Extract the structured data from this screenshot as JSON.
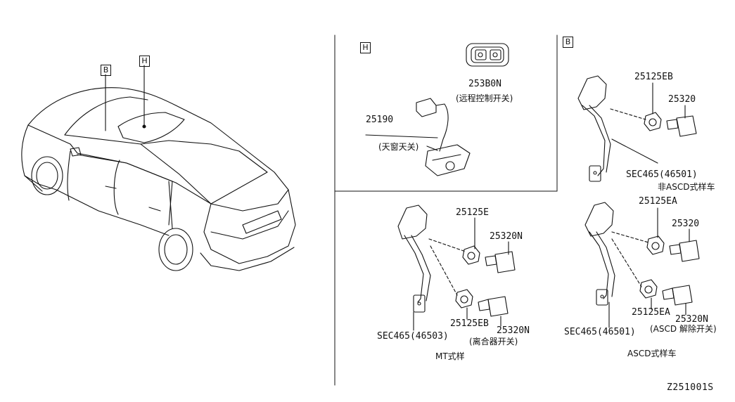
{
  "diagram": {
    "view_labels": {
      "car_b": "B",
      "car_h": "H",
      "panel_h": "H",
      "panel_b": "B"
    },
    "parts": {
      "remote_switch_no": "253B0N",
      "remote_switch_name": "(远程控制开关)",
      "sunroof_no": "25190",
      "sunroof_name": "(天窗天关)",
      "b_switch_eb": "25125EB",
      "b_switch_25320": "25320",
      "b_sec": "SEC465(46501)",
      "b_sec_note": "非ASCD式样车",
      "b2_switch_ea": "25125EA",
      "b2_switch_25320": "25320",
      "b2_lower_ea": "25125EA",
      "b2_lower_n": "25320N",
      "b2_lower_name": "(ASCD 解除开关)",
      "b2_sec": "SEC465(46501)",
      "b2_caption": "ASCD式样车",
      "mt_switch_e": "25125E",
      "mt_switch_n": "25320N",
      "mt_lower_eb": "25125EB",
      "mt_lower_n": "25320N",
      "mt_lower_name": "(离合器开关)",
      "mt_sec": "SEC465(46503)",
      "mt_caption": "MT式样"
    },
    "drawing_code": "Z251001S"
  }
}
